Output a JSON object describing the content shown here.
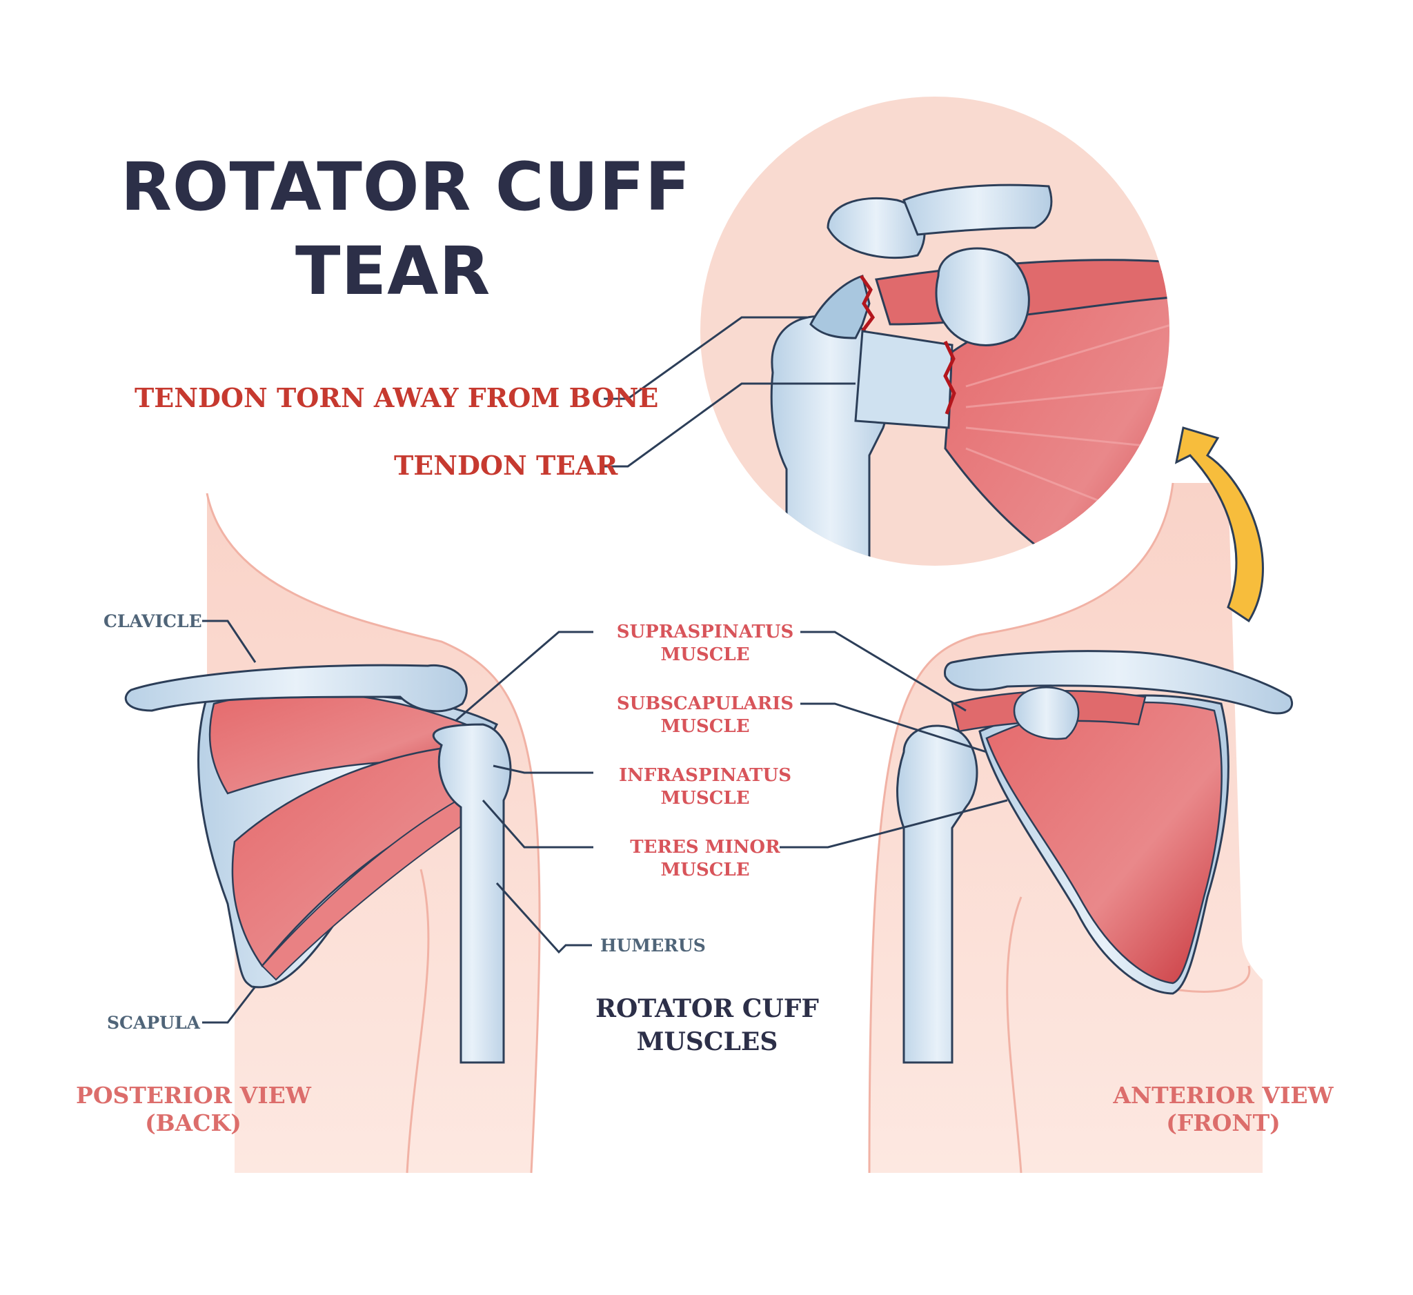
{
  "title": {
    "line1": "ROTATOR CUFF",
    "line2": "TEAR"
  },
  "callouts": {
    "tendon_torn_away": "TENDON TORN AWAY FROM BONE",
    "tendon_tear": "TENDON TEAR"
  },
  "bones": {
    "clavicle": "CLAVICLE",
    "scapula": "SCAPULA",
    "humerus": "HUMERUS"
  },
  "muscles": {
    "supraspinatus": {
      "line1": "SUPRASPINATUS",
      "line2": "MUSCLE"
    },
    "subscapularis": {
      "line1": "SUBSCAPULARIS",
      "line2": "MUSCLE"
    },
    "infraspinatus": {
      "line1": "INFRASPINATUS",
      "line2": "MUSCLE"
    },
    "teres_minor": {
      "line1": "TERES MINOR",
      "line2": "MUSCLE"
    }
  },
  "group_label": {
    "line1": "ROTATOR CUFF",
    "line2": "MUSCLES"
  },
  "views": {
    "posterior": {
      "line1": "POSTERIOR VIEW",
      "line2": "(BACK)"
    },
    "anterior": {
      "line1": "ANTERIOR VIEW",
      "line2": "(FRONT)"
    }
  },
  "colors": {
    "title": "#2c2f48",
    "callout_red": "#c6392f",
    "muscle_label": "#d8545a",
    "bone_label": "#4f6478",
    "view_label": "#dc6d6b",
    "skin": "#f9d9cf",
    "muscle": "#de5c5f",
    "bone": "#cfe1f0",
    "arrow": "#f7bd3c"
  }
}
